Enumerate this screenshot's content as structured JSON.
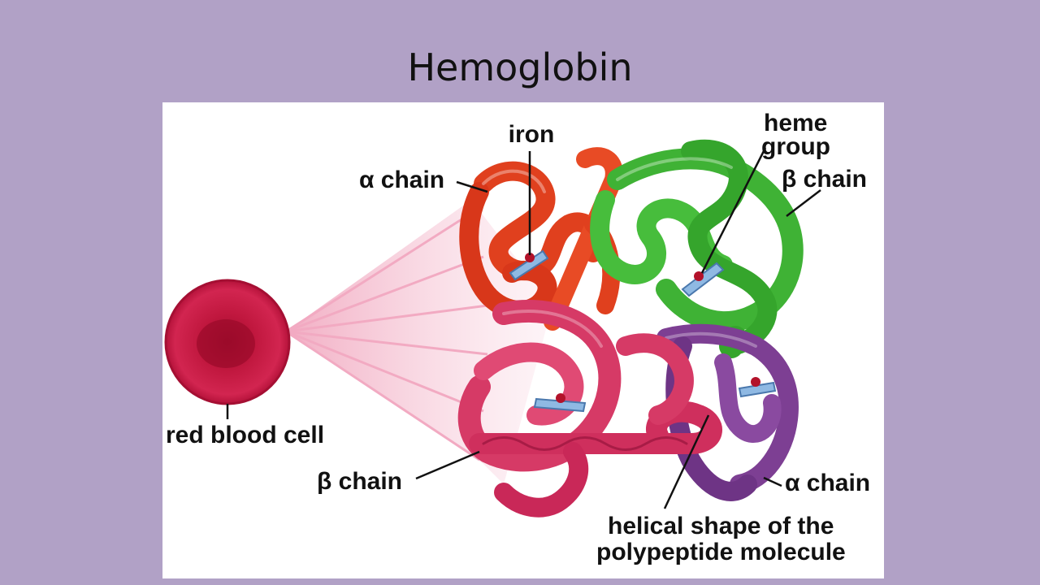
{
  "slide": {
    "title": "Hemoglobin"
  },
  "figure": {
    "labels": {
      "iron": "iron",
      "heme_group_line1": "heme",
      "heme_group_line2": "group",
      "alpha_chain_top": "α chain",
      "beta_chain_top": "β chain",
      "red_blood_cell": "red blood cell",
      "beta_chain_bottom": "β chain",
      "alpha_chain_bottom": "α chain",
      "helical_line1": "helical shape of the",
      "helical_line2": "polypeptide molecule"
    },
    "colors": {
      "alpha_chain": "#e0401e",
      "beta_chain_green": "#3fb235",
      "beta_chain_pink": "#d63a66",
      "alpha_chain_purple": "#7d3f93",
      "heme_group": "#8fb9e3",
      "iron": "#b3122a",
      "red_blood_cell": "#c4143d"
    }
  }
}
